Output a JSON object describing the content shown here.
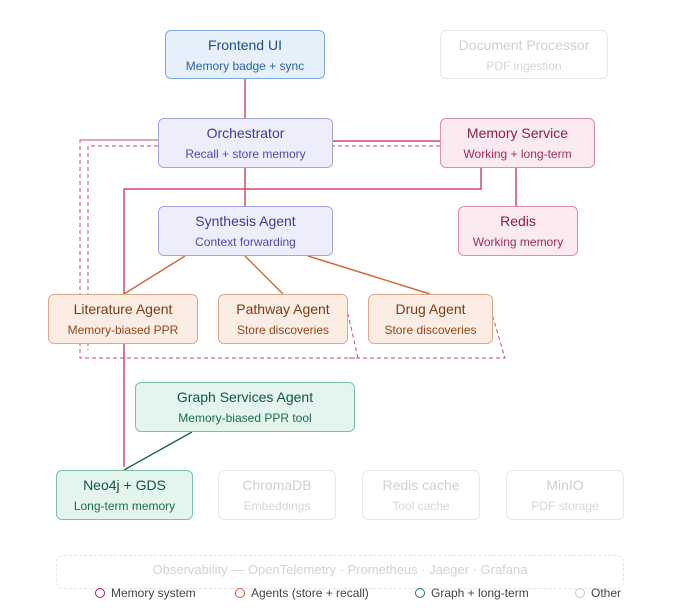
{
  "nodes": {
    "frontend": {
      "title": "Frontend UI",
      "subtitle": "Memory badge + sync"
    },
    "docproc": {
      "title": "Document Processor",
      "subtitle": "PDF ingestion"
    },
    "orchestrator": {
      "title": "Orchestrator",
      "subtitle": "Recall + store memory"
    },
    "memory_service": {
      "title": "Memory Service",
      "subtitle": "Working + long-term"
    },
    "synthesis": {
      "title": "Synthesis Agent",
      "subtitle": "Context forwarding"
    },
    "redis": {
      "title": "Redis",
      "subtitle": "Working memory"
    },
    "literature": {
      "title": "Literature Agent",
      "subtitle": "Memory-biased PPR"
    },
    "pathway": {
      "title": "Pathway Agent",
      "subtitle": "Store discoveries"
    },
    "drug": {
      "title": "Drug Agent",
      "subtitle": "Store discoveries"
    },
    "graph_services": {
      "title": "Graph Services Agent",
      "subtitle": "Memory-biased PPR tool"
    },
    "neo4j": {
      "title": "Neo4j + GDS",
      "subtitle": "Long-term memory"
    },
    "chromadb": {
      "title": "ChromaDB",
      "subtitle": "Embeddings"
    },
    "redis_cache": {
      "title": "Redis cache",
      "subtitle": "Tool cache"
    },
    "minio": {
      "title": "MinIO",
      "subtitle": "PDF storage"
    }
  },
  "observability": {
    "label": "Observability — OpenTelemetry · Prometheus · Jaeger · Grafana"
  },
  "legend": [
    {
      "label": "Memory system",
      "color": "#c2185b"
    },
    {
      "label": "Agents (store + recall)",
      "color": "#d3593a"
    },
    {
      "label": "Graph + long-term",
      "color": "#1b7a50"
    },
    {
      "label": "Other",
      "color": "#c8c8c8"
    }
  ],
  "colors": {
    "memory_line": "#d04a6a",
    "agent_line": "#d06a3e",
    "graph_line": "#1b6b4a"
  }
}
